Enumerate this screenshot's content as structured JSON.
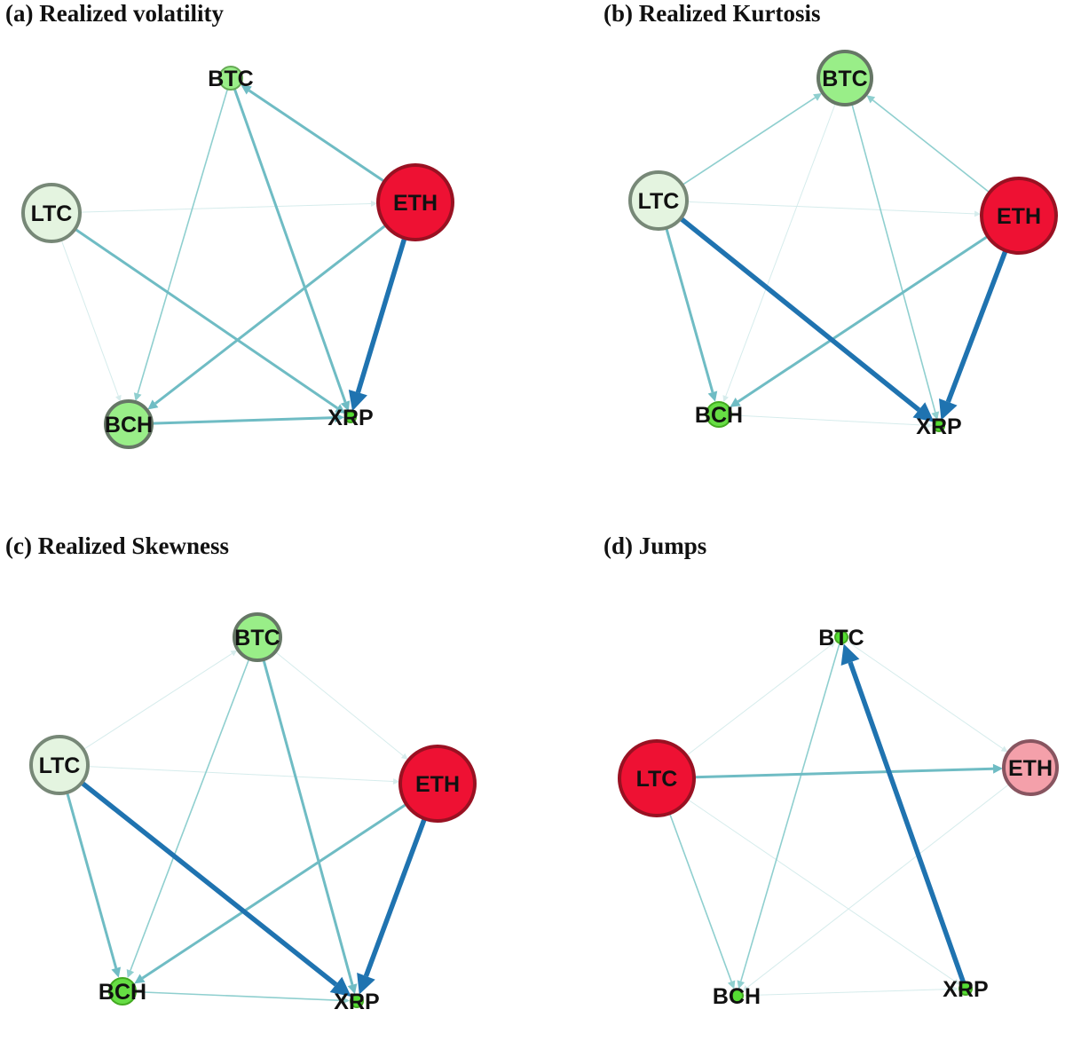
{
  "panels": [
    {
      "id": "a",
      "title": "(a)  Realized volatility",
      "nodes": [
        {
          "name": "BTC",
          "color": "#99ee88",
          "border": "#66aa55"
        },
        {
          "name": "ETH",
          "color": "#ee1133",
          "border": "#991122"
        },
        {
          "name": "LTC",
          "color": "#e4f4e0",
          "border": "#778877"
        },
        {
          "name": "BCH",
          "color": "#99ee88",
          "border": "#667766"
        },
        {
          "name": "XRP",
          "color": "#55dd33",
          "border": "#44aa22"
        }
      ],
      "edges": [
        {
          "from": "ETH",
          "to": "XRP",
          "weight": "strong"
        },
        {
          "from": "ETH",
          "to": "BTC",
          "weight": "medium"
        },
        {
          "from": "BTC",
          "to": "XRP",
          "weight": "medium"
        },
        {
          "from": "LTC",
          "to": "XRP",
          "weight": "medium"
        },
        {
          "from": "ETH",
          "to": "BCH",
          "weight": "medium"
        },
        {
          "from": "BCH",
          "to": "XRP",
          "weight": "medium"
        },
        {
          "from": "BTC",
          "to": "BCH",
          "weight": "weak"
        },
        {
          "from": "LTC",
          "to": "ETH",
          "weight": "faint"
        },
        {
          "from": "LTC",
          "to": "BCH",
          "weight": "faint"
        }
      ]
    },
    {
      "id": "b",
      "title": "(b)  Realized Kurtosis",
      "nodes": [
        {
          "name": "BTC",
          "color": "#99ee88",
          "border": "#667766"
        },
        {
          "name": "ETH",
          "color": "#ee1133",
          "border": "#991122"
        },
        {
          "name": "LTC",
          "color": "#e4f4e0",
          "border": "#778877"
        },
        {
          "name": "BCH",
          "color": "#66dd44",
          "border": "#44aa22"
        },
        {
          "name": "XRP",
          "color": "#55dd33",
          "border": "#44aa22"
        }
      ],
      "edges": [
        {
          "from": "LTC",
          "to": "XRP",
          "weight": "strong"
        },
        {
          "from": "ETH",
          "to": "XRP",
          "weight": "strong"
        },
        {
          "from": "ETH",
          "to": "BCH",
          "weight": "medium"
        },
        {
          "from": "LTC",
          "to": "BCH",
          "weight": "medium"
        },
        {
          "from": "LTC",
          "to": "BTC",
          "weight": "weak"
        },
        {
          "from": "ETH",
          "to": "BTC",
          "weight": "weak"
        },
        {
          "from": "BTC",
          "to": "XRP",
          "weight": "weak"
        },
        {
          "from": "BTC",
          "to": "BCH",
          "weight": "faint"
        },
        {
          "from": "BCH",
          "to": "XRP",
          "weight": "faint"
        },
        {
          "from": "LTC",
          "to": "ETH",
          "weight": "faint"
        }
      ]
    },
    {
      "id": "c",
      "title": "(c)  Realized Skewness",
      "nodes": [
        {
          "name": "BTC",
          "color": "#99ee88",
          "border": "#667766"
        },
        {
          "name": "ETH",
          "color": "#ee1133",
          "border": "#991122"
        },
        {
          "name": "LTC",
          "color": "#e4f4e0",
          "border": "#778877"
        },
        {
          "name": "BCH",
          "color": "#66dd44",
          "border": "#44aa22"
        },
        {
          "name": "XRP",
          "color": "#55dd33",
          "border": "#44aa22"
        }
      ],
      "edges": [
        {
          "from": "ETH",
          "to": "XRP",
          "weight": "strong"
        },
        {
          "from": "LTC",
          "to": "XRP",
          "weight": "strong"
        },
        {
          "from": "BTC",
          "to": "XRP",
          "weight": "medium"
        },
        {
          "from": "ETH",
          "to": "BCH",
          "weight": "medium"
        },
        {
          "from": "LTC",
          "to": "BCH",
          "weight": "medium"
        },
        {
          "from": "BTC",
          "to": "BCH",
          "weight": "weak"
        },
        {
          "from": "BCH",
          "to": "XRP",
          "weight": "weak"
        },
        {
          "from": "BTC",
          "to": "ETH",
          "weight": "faint"
        },
        {
          "from": "LTC",
          "to": "ETH",
          "weight": "faint"
        },
        {
          "from": "LTC",
          "to": "BTC",
          "weight": "faint"
        }
      ]
    },
    {
      "id": "d",
      "title": "(d)  Jumps",
      "nodes": [
        {
          "name": "BTC",
          "color": "#55dd33",
          "border": "#44aa22"
        },
        {
          "name": "ETH",
          "color": "#f4a0aa",
          "border": "#885560"
        },
        {
          "name": "LTC",
          "color": "#ee1133",
          "border": "#991122"
        },
        {
          "name": "BCH",
          "color": "#55dd33",
          "border": "#44aa22"
        },
        {
          "name": "XRP",
          "color": "#55dd33",
          "border": "#44aa22"
        }
      ],
      "edges": [
        {
          "from": "XRP",
          "to": "BTC",
          "weight": "strong"
        },
        {
          "from": "LTC",
          "to": "ETH",
          "weight": "medium"
        },
        {
          "from": "LTC",
          "to": "BCH",
          "weight": "weak"
        },
        {
          "from": "BTC",
          "to": "BCH",
          "weight": "weak"
        },
        {
          "from": "LTC",
          "to": "BTC",
          "weight": "faint"
        },
        {
          "from": "BTC",
          "to": "ETH",
          "weight": "faint"
        },
        {
          "from": "BCH",
          "to": "XRP",
          "weight": "faint"
        },
        {
          "from": "ETH",
          "to": "BCH",
          "weight": "faint"
        },
        {
          "from": "LTC",
          "to": "XRP",
          "weight": "faint"
        }
      ]
    }
  ],
  "edge_colors": {
    "strong": "#1f73b0",
    "medium": "#6fbcc4",
    "weak": "#8fcfcf",
    "faint": "#d6ecec"
  }
}
